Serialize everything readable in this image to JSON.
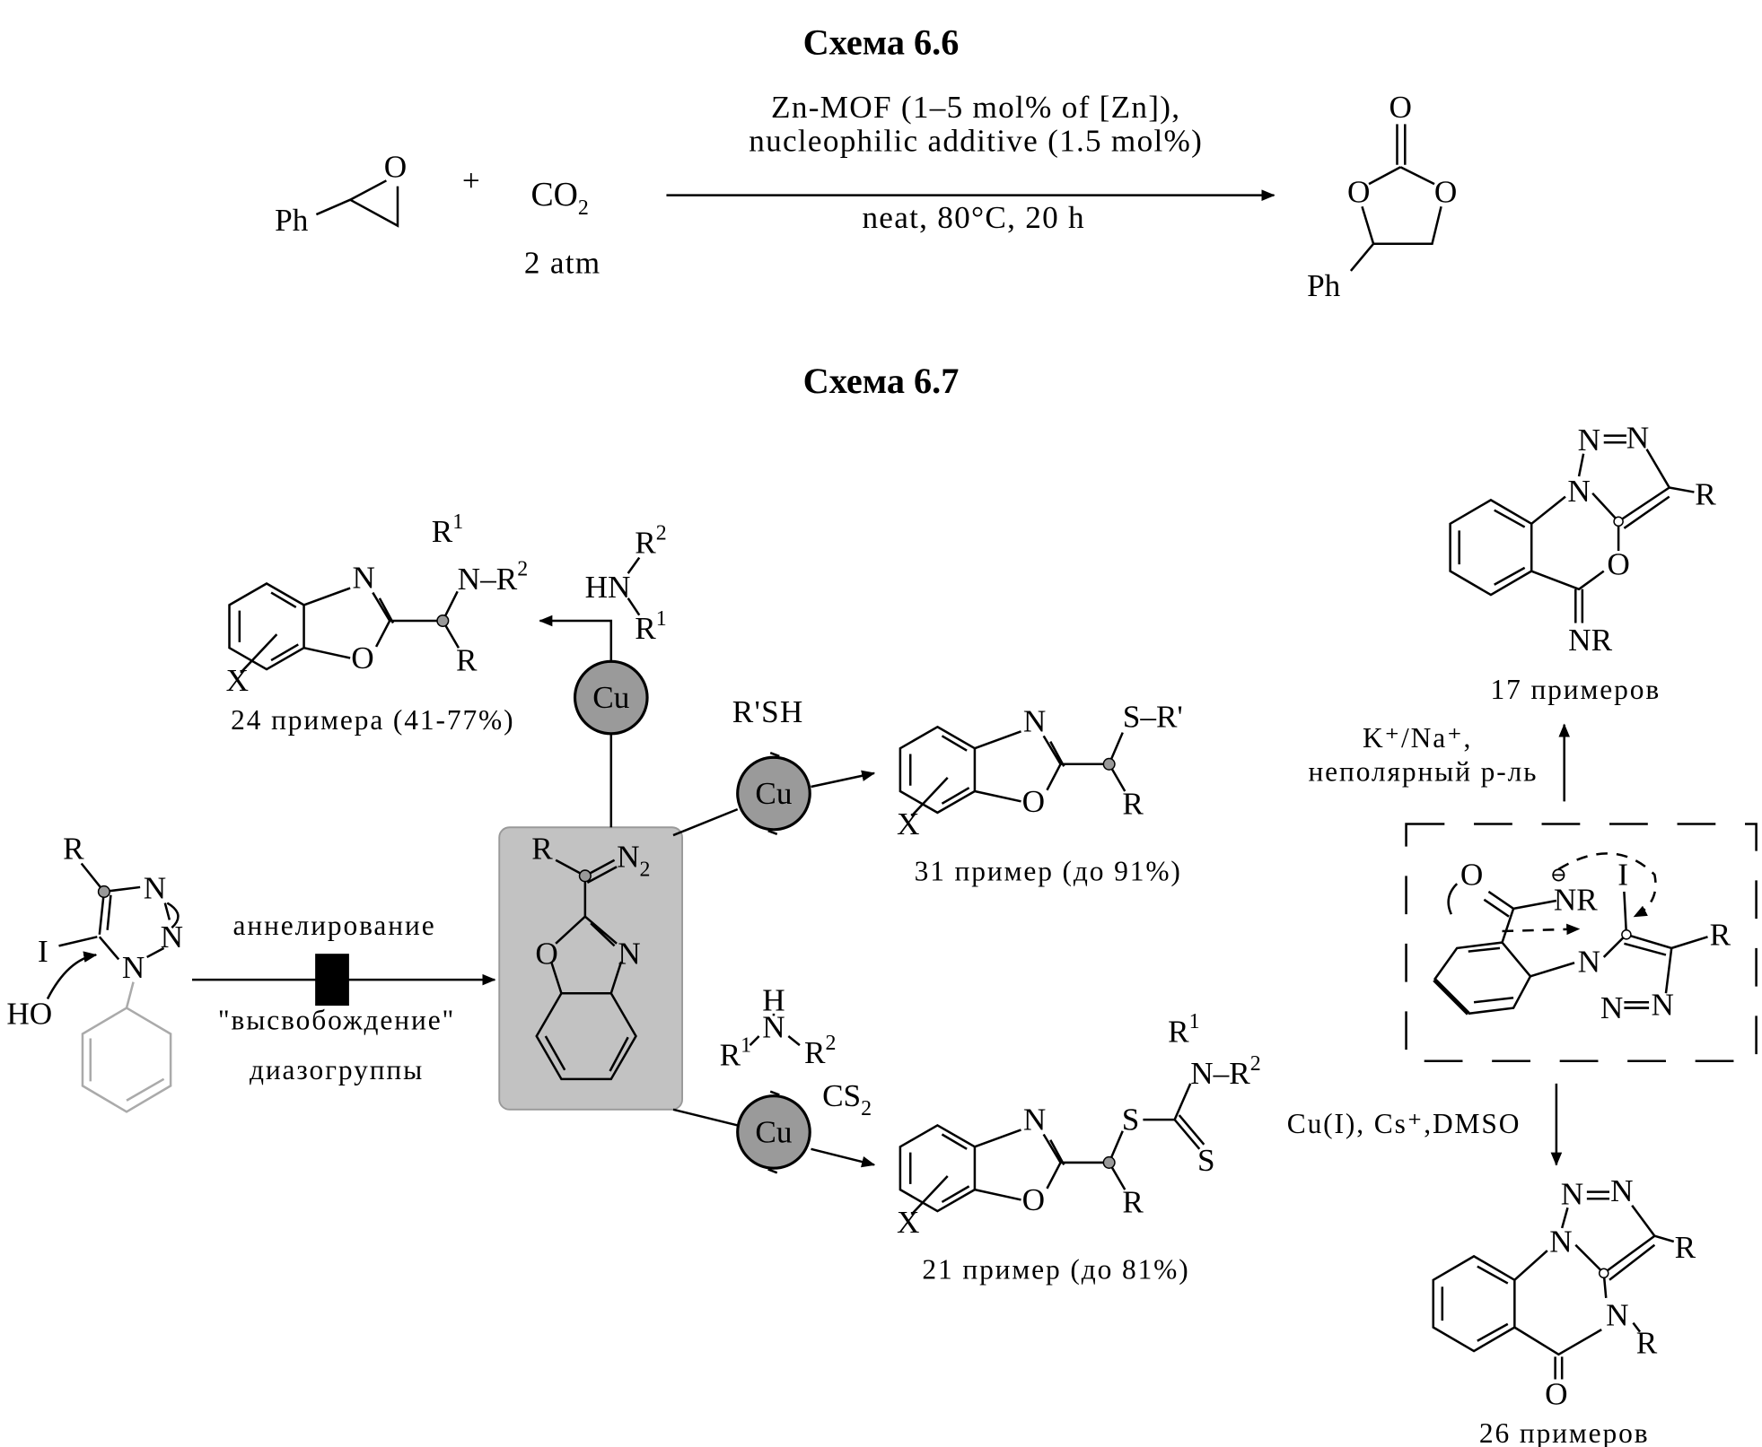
{
  "scheme_6_6": {
    "title": "Схема 6.6",
    "epoxide": {
      "O": "O",
      "Ph": "Ph"
    },
    "plus": "+",
    "reagent": "CO",
    "reagent_sub": "2",
    "pressure": "2 atm",
    "conditions_line1": "Zn-MOF (1–5 mol% of [Zn]),",
    "conditions_line2": "nucleophilic additive (1.5 mol%)",
    "conditions_below": "neat, 80°C, 20 h",
    "carbonate": {
      "O_top": "O",
      "O_left": "O",
      "O_right": "O",
      "Ph": "Ph"
    }
  },
  "scheme_6_7": {
    "title": "Схема 6.7",
    "annulation_label": "аннелирование",
    "release_label": "\"высвобождение\"",
    "diazo_label": "диазогруппы",
    "cu_label": "Cu",
    "reagent_thiol": "R'SH",
    "reagent_cs2": "CS",
    "reagent_cs2_sub": "2",
    "caption_amine": "24 примера (41-77%)",
    "caption_thio": "31 пример (до 91%)",
    "caption_dtc": "21 пример (до 81%)",
    "conditions_up_line1": "K⁺/Na⁺,",
    "conditions_up_line2": "неполярный р-ль",
    "conditions_down": "Cu(I), Cs⁺,DMSO",
    "caption_oxazine": "17 примеров",
    "caption_quinazolinone": "26 примеров",
    "start": {
      "R": "R",
      "N3": "N",
      "N2": "N",
      "N1": "N",
      "I": "I",
      "HO": "HO"
    },
    "diazo": {
      "R": "R",
      "N": "N",
      "N_sub": "2",
      "O": "O",
      "N_ring": "N"
    },
    "amine_top": {
      "HN": "HN",
      "R": "R",
      "sup2": "2",
      "sup1": "1"
    },
    "amine_bottom": {
      "H": "H",
      "N": "N",
      "R": "R",
      "sup1": "1",
      "sup2": "2"
    },
    "product_amine": {
      "N": "N",
      "O": "O",
      "X": "X",
      "R1": "R",
      "R1_sup": "1",
      "NR2": "N–R",
      "NR2_sup": "2",
      "R": "R"
    },
    "product_thio": {
      "N": "N",
      "O": "O",
      "X": "X",
      "SR": "S–R'",
      "R": "R"
    },
    "product_dtc": {
      "N": "N",
      "O": "O",
      "X": "X",
      "S1": "S",
      "S2": "S",
      "NR2": "N–R",
      "NR2_sup": "2",
      "R1": "R",
      "R1_sup": "1",
      "R": "R"
    },
    "intermediate": {
      "O": "O",
      "NR": "NR",
      "charge": "⊖",
      "I": "I",
      "R": "R",
      "N1": "N",
      "N2": "N",
      "N3": "N"
    },
    "oxazine": {
      "N1": "N",
      "N2": "N",
      "N3": "N",
      "R": "R",
      "O": "O",
      "NR": "NR"
    },
    "quinazolinone": {
      "N1": "N",
      "N2": "N",
      "N3": "N",
      "R": "R",
      "N4": "N",
      "R2": "R",
      "O": "O"
    }
  }
}
